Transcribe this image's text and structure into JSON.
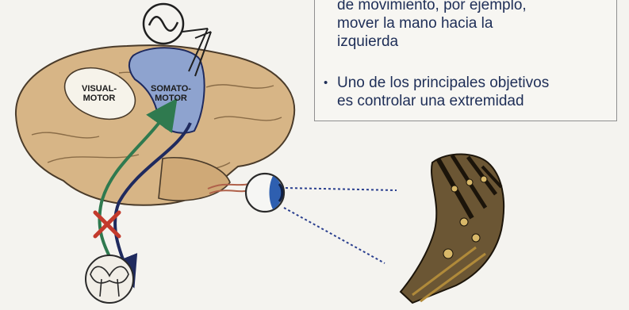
{
  "bullets": [
    {
      "lines": [
        "de movimiento, por ejemplo,",
        "mover la mano hacia la",
        "izquierda"
      ],
      "has_marker": false
    },
    {
      "lines": [
        "Uno de los principales objetivos",
        "es controlar una extremidad"
      ],
      "has_marker": true
    }
  ],
  "bullet_marker": "•",
  "brain": {
    "visual_motor_label": [
      "VISUAL-",
      "MOTOR"
    ],
    "somato_motor_label": [
      "SOMATO-",
      "MOTOR"
    ]
  },
  "colors": {
    "brain_fill": "#d7b586",
    "somatomotor_fill": "#8ea3cf",
    "visualmotor_fill": "#f6f3ea",
    "green_path": "#2f7a4f",
    "navy_path": "#1f2a5e",
    "block_x": "#c33a2c",
    "text": "#1e2e57"
  },
  "icons": {
    "signal": "sine-wave-icon",
    "eye": "eye-icon",
    "blocked": "cross-x-icon",
    "spine": "spinal-cord-section-icon",
    "arm": "robotic-arm-icon"
  }
}
